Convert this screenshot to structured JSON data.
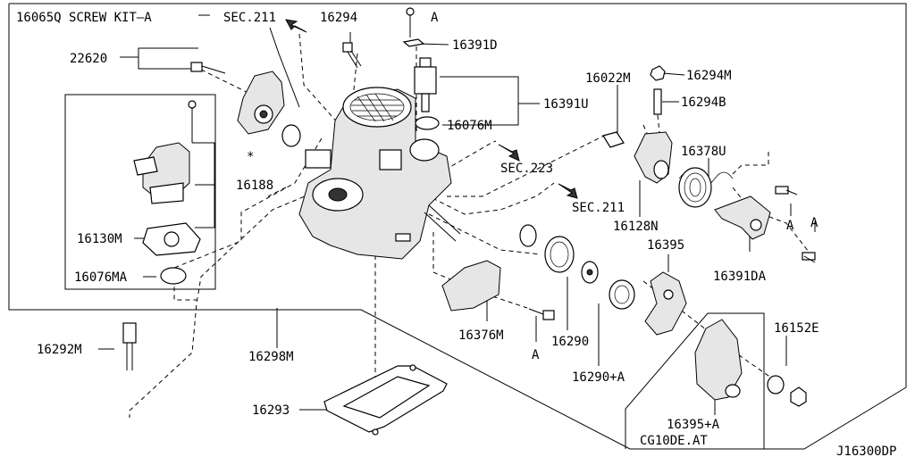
{
  "labels": {
    "screw_kit": "16065Q SCREW KIT—A",
    "sec211_top": "SEC.211",
    "p16294": "16294",
    "ref_a_top": "A",
    "p16391D": "16391D",
    "p22620": "22620",
    "p16391U": "16391U",
    "p16076M": "16076M",
    "p16022M": "16022M",
    "p16294M": "16294M",
    "p16294B": "16294B",
    "p16378U": "16378U",
    "sec223": "SEC.223",
    "sec211_mid": "SEC.211",
    "p16128N": "16128N",
    "ref_a_right": "A",
    "ref_a_bolt": "A",
    "p16391DA": "16391DA",
    "p16395": "16395",
    "p16188": "16188",
    "star": "*",
    "p16130M": "16130M",
    "p16076MA": "16076MA",
    "p16292M": "16292M",
    "p16298M": "16298M",
    "p16376M": "16376M",
    "ref_a_bottom": "A",
    "p16290": "16290",
    "p16290A": "16290+A",
    "p16152E": "16152E",
    "p16395A": "16395+A",
    "p16293": "16293",
    "cg10de": "CG10DE.AT",
    "drawing_id": "J16300DP"
  }
}
